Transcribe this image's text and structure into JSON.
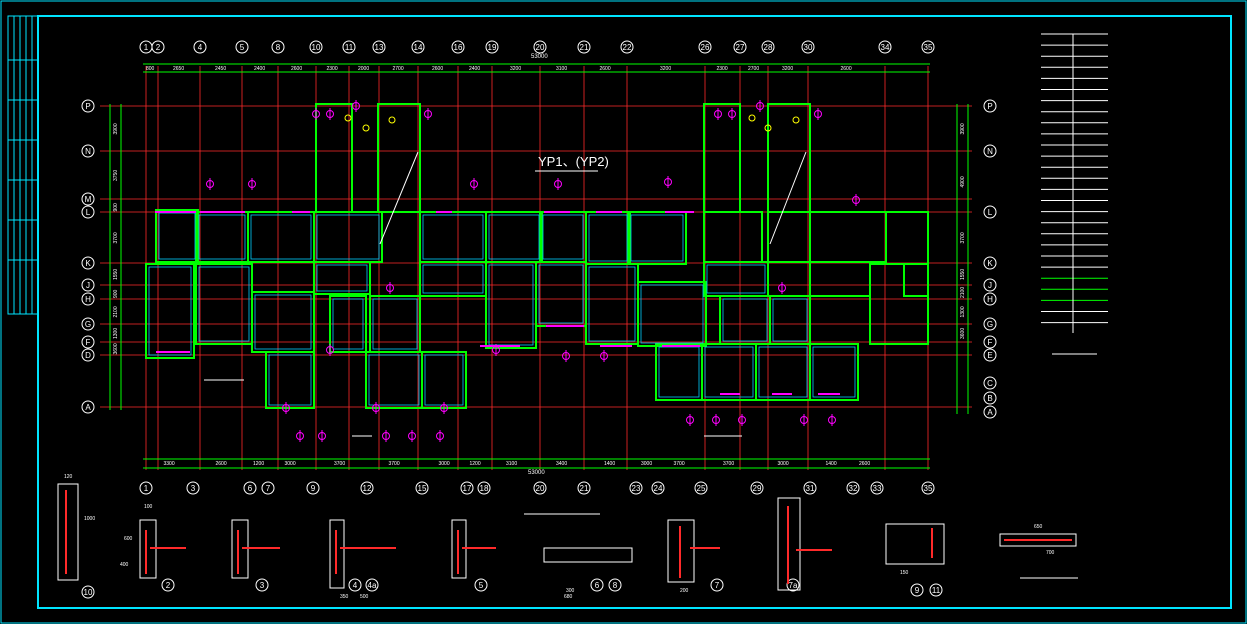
{
  "drawing": {
    "title_label": "YP1、(YP2)",
    "total_dimension_top": "53000",
    "total_dimension_bottom": "53000"
  },
  "axes": {
    "top": [
      "1",
      "2",
      "4",
      "5",
      "8",
      "10",
      "11",
      "13",
      "14",
      "16",
      "19",
      "20",
      "21",
      "22",
      "26",
      "27",
      "28",
      "30",
      "34",
      "35"
    ],
    "bottom": [
      "1",
      "3",
      "6",
      "7",
      "9",
      "12",
      "15",
      "17",
      "18",
      "20",
      "21",
      "23",
      "24",
      "25",
      "29",
      "31",
      "32",
      "33",
      "35"
    ],
    "left": [
      "P",
      "N",
      "M",
      "L",
      "K",
      "J",
      "H",
      "G",
      "F",
      "D",
      "A"
    ],
    "right": [
      "P",
      "N",
      "L",
      "K",
      "J",
      "H",
      "G",
      "F",
      "E",
      "C",
      "B",
      "A"
    ]
  },
  "dimensions": {
    "top_spans": [
      "800",
      "2650",
      "2450",
      "2400",
      "2600",
      "2300",
      "2000",
      "2700",
      "2600",
      "2400",
      "3200",
      "3100",
      "2600",
      "3200",
      "2300",
      "2700",
      "3200",
      "2600"
    ],
    "bottom_spans": [
      "3300",
      "2600",
      "1200",
      "3000",
      "3700",
      "3700",
      "3000",
      "1200",
      "3100",
      "3400",
      "1400",
      "3000",
      "3700",
      "3700",
      "3000",
      "1400",
      "2600"
    ],
    "left_spans": [
      "3900",
      "3750",
      "900",
      "3700",
      "1550",
      "900",
      "2100",
      "1300",
      "3600"
    ],
    "right_spans": [
      "3900",
      "4900",
      "3700",
      "1550",
      "2100",
      "1300",
      "3600"
    ]
  },
  "section_details": {
    "labels": [
      "10",
      "2",
      "3",
      "4",
      "4a",
      "5",
      "6",
      "8",
      "7",
      "7a",
      "9",
      "11"
    ],
    "dims": [
      "120",
      "1000",
      "100",
      "400",
      "600",
      "350",
      "500",
      "300",
      "200",
      "150",
      "700",
      "650",
      "680"
    ]
  },
  "colors": {
    "background": "#000000",
    "frame": "#00e5ff",
    "gridline": "#ff2a2a",
    "dimension": "#00ff00",
    "wall": "#00ff00",
    "beam": "#ff00ff",
    "detail": "#ffffff",
    "tag": "#ffff00"
  }
}
